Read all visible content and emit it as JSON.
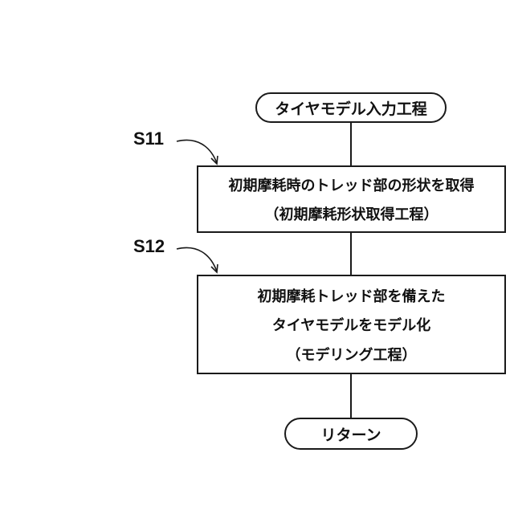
{
  "start": {
    "label": "タイヤモデル入力工程"
  },
  "steps": [
    {
      "id": "S11",
      "lines": [
        "初期摩耗時のトレッド部の形状を取得",
        "（初期摩耗形状取得工程）"
      ]
    },
    {
      "id": "S12",
      "lines": [
        "初期摩耗トレッド部を備えた",
        "タイヤモデルをモデル化",
        "（モデリング工程）"
      ]
    }
  ],
  "end": {
    "label": "リターン"
  }
}
